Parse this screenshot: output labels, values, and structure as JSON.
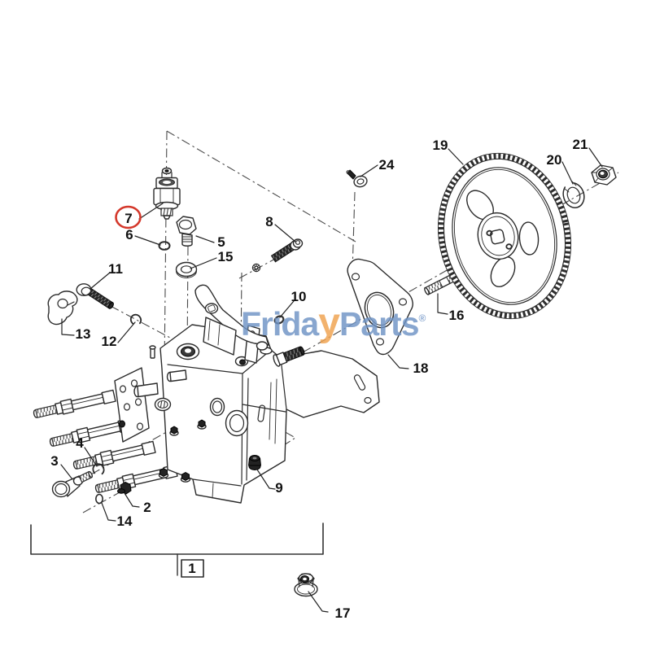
{
  "watermark": {
    "part1": "Frida",
    "part2": "y",
    "part3": "Parts",
    "registered": "®",
    "blue": "#6e93c5",
    "orange": "#f0a24e"
  },
  "highlight": {
    "circled_callout": "7",
    "color": "#d4382b"
  },
  "callouts": {
    "c1": "1",
    "c2": "2",
    "c3": "3",
    "c4": "4",
    "c5": "5",
    "c6": "6",
    "c7": "7",
    "c8": "8",
    "c9": "9",
    "c10": "10",
    "c11": "11",
    "c12": "12",
    "c13": "13",
    "c14": "14",
    "c15": "15",
    "c16": "16",
    "c17": "17",
    "c18": "18",
    "c19": "19",
    "c20": "20",
    "c21": "21",
    "c24": "24"
  }
}
